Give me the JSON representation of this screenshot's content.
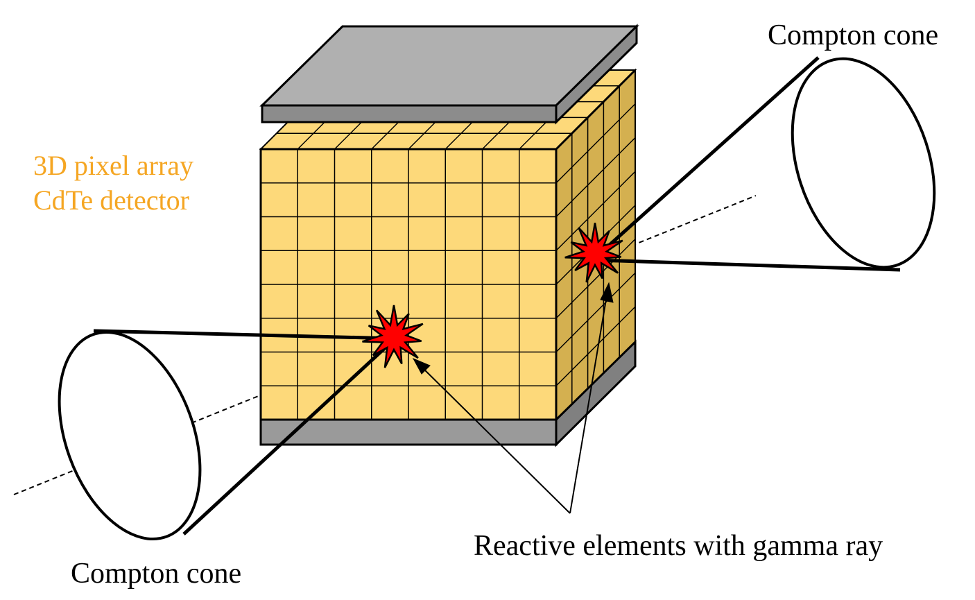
{
  "labels": {
    "compton_cone_top": "Compton cone",
    "compton_cone_bottom": "Compton cone",
    "detector_line1": "3D pixel array",
    "detector_line2": "CdTe detector",
    "reactive": "Reactive elements with gamma ray"
  },
  "colors": {
    "pixel_front": "#FDD97A",
    "pixel_side": "#D4B050",
    "electrode_light": "#B0B0B0",
    "electrode_dark": "#8C8C8C",
    "detector_label": "#F5A623",
    "interaction": "#FF0000"
  },
  "icons": {
    "interaction_marker": "explosion-starburst-icon"
  }
}
